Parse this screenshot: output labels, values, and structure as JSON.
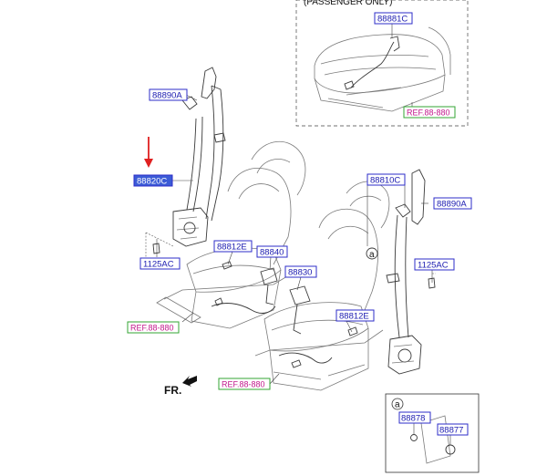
{
  "header_note": "(PASSENGER ONLY)",
  "labels": {
    "p88881C": "88881C",
    "ref_top": "REF.88-880",
    "p88890A_left": "88890A",
    "p88820C": "88820C",
    "p88810C": "88810C",
    "p88890A_right": "88890A",
    "p88812E_left": "88812E",
    "p88840": "88840",
    "p1125AC_left": "1125AC",
    "p88830": "88830",
    "p1125AC_right": "1125AC",
    "ref_left": "REF.88-880",
    "p88812E_right": "88812E",
    "ref_bottom": "REF.88-880",
    "fr": "FR.",
    "callout_a": "a",
    "detail_a": "a",
    "p88878": "88878",
    "p88877": "88877"
  },
  "colors": {
    "part_text": "#1b1bb0",
    "part_border": "#2d2dc8",
    "selected_fill": "#3b5bd6",
    "ref_text": "#c2188c",
    "ref_border": "#33a533",
    "indicator_arrow": "#e02020"
  },
  "selected_part": "88820C"
}
